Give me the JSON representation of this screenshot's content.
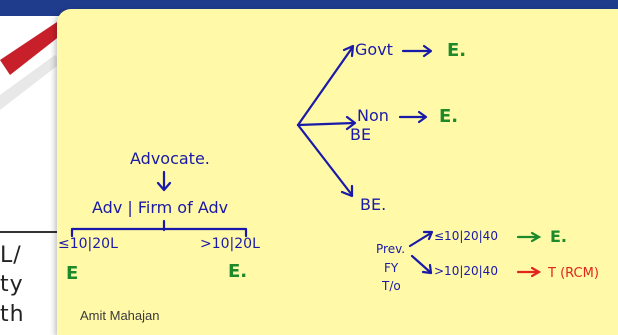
{
  "background": {
    "fragments": [
      "L/",
      "ty",
      "th"
    ]
  },
  "note": {
    "watermark": "Amit Mahajan",
    "root": "Advocate.",
    "child": "Adv | Firm of Adv",
    "left_branch": {
      "condition": "≤10|20L",
      "result": "E"
    },
    "right_branch": {
      "condition": ">10|20L",
      "result": "E."
    },
    "fan": {
      "govt": {
        "label": "Govt",
        "result": "E."
      },
      "non_be": {
        "label": "Non",
        "label2": "BE",
        "result": "E."
      },
      "be": {
        "label": "BE."
      }
    },
    "prev_fy": {
      "label_line1": "Prev.",
      "label_line2": "FY",
      "label_line3": "T/o",
      "lower": {
        "condition": "≤10|20|40",
        "result": "E."
      },
      "upper": {
        "condition": ">10|20|40",
        "result": "T (RCM)"
      }
    }
  },
  "colors": {
    "note_bg": "#fff9a8",
    "ink_blue": "#1a1aa8",
    "ink_green": "#1c8a2a",
    "ink_red": "#e1261c",
    "slide_band": "#1f3b8c"
  }
}
